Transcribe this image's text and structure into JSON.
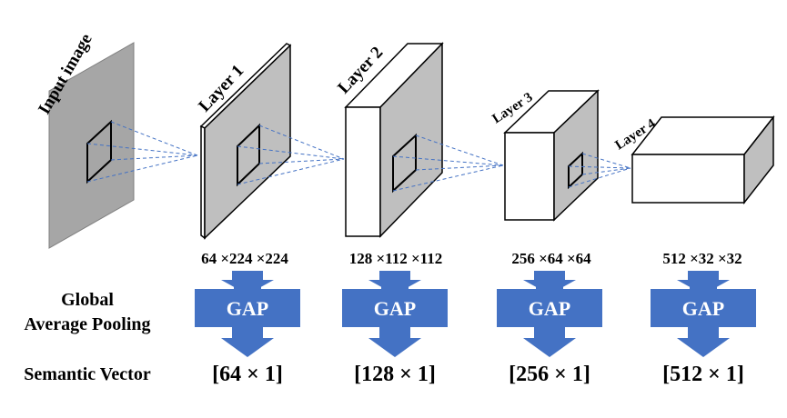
{
  "layers": [
    {
      "label": "Input image",
      "dims": "",
      "vector": ""
    },
    {
      "label": "Layer 1",
      "dims": "64 ×224 ×224",
      "vector": "[64 × 1]"
    },
    {
      "label": "Layer 2",
      "dims": "128 ×112 ×112",
      "vector": "[128 × 1]"
    },
    {
      "label": "Layer 3",
      "dims": "256 ×64 ×64",
      "vector": "[256 × 1]"
    },
    {
      "label": "Layer 4",
      "dims": "512 ×32 ×32",
      "vector": "[512 × 1]"
    }
  ],
  "gap_label": "GAP",
  "row_labels": {
    "gap_line1": "Global",
    "gap_line2": "Average Pooling",
    "semantic": "Semantic Vector"
  },
  "colors": {
    "gray_face": "#bfbfbf",
    "input_face": "#a6a6a6",
    "arrow_fill": "#4472c4",
    "dashed_line": "#4472c4",
    "outline": "#000000"
  }
}
